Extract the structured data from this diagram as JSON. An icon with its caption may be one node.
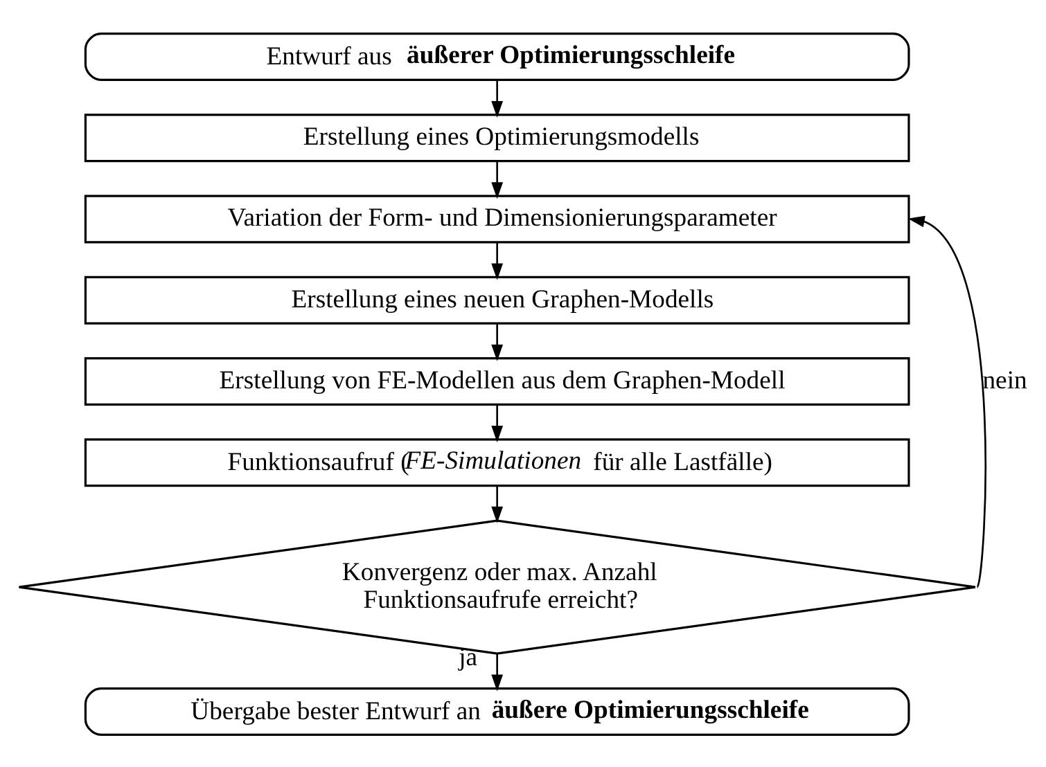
{
  "diagram": {
    "nodes": [
      {
        "text": [
          "Entwurf aus **äußerer Optimierungsschleife**"
        ]
      },
      {
        "text": [
          "Erstellung eines Optimierungsmodells"
        ]
      },
      {
        "text": [
          "Variation der Form- und Dimensionierungsparameter"
        ]
      },
      {
        "text": [
          "Erstellung eines neuen Graphen-Modells"
        ]
      },
      {
        "text": [
          "Erstellung von FE-Modellen aus dem Graphen-Modell"
        ]
      },
      {
        "text": [
          "Funktionsaufruf (*FE-Simulationen* für alle Lastfälle)"
        ]
      },
      {
        "text": [
          "Konvergenz oder max. Anzahl Funktionsaufrufe erreicht?"
        ]
      },
      {
        "text": [
          "Übergabe bester Entwurf an **äußere Optimierungsschleife**"
        ]
      }
    ],
    "edges": [
      {
        "from": 0,
        "to": 1,
        "arrow": "to"
      },
      {
        "from": 1,
        "to": 2,
        "arrow": "to"
      },
      {
        "from": 2,
        "to": 3,
        "arrow": "to"
      },
      {
        "from": 3,
        "to": 4,
        "arrow": "to"
      },
      {
        "from": 4,
        "to": 5,
        "arrow": "to"
      },
      {
        "from": 5,
        "to": 6,
        "arrow": "to"
      },
      {
        "from": 6,
        "to": 2,
        "arrow": "to",
        "label": "nein"
      },
      {
        "from": 6,
        "to": 7,
        "arrow": "to",
        "label": "ja"
      }
    ]
  }
}
